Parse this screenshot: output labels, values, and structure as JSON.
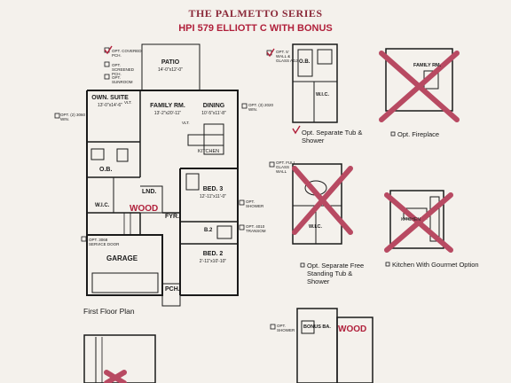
{
  "header": {
    "series": "THE PALMETTO SERIES",
    "plan": "HPI 579 ELLIOTT C WITH BONUS"
  },
  "rooms": {
    "patio": "PATIO",
    "patio_dim": "14'-0\"x12'-0\"",
    "owner_suite": "OWN. SUITE",
    "owner_suite_dim": "13'-0\"x14'-6\"",
    "family": "FAMILY RM.",
    "family_dim": "13'-2\"x20'-11\"",
    "dining": "DINING",
    "dining_dim": "10'-5\"x11'-8\"",
    "kitchen": "KITCHEN",
    "ob": "O.B.",
    "wic": "W.I.C.",
    "lnd": "LND.",
    "fyr": "FYR.",
    "bed3": "BED. 3",
    "bed3_dim": "12'-11\"x11'-0\"",
    "b2": "B.2",
    "bed2": "BED. 2",
    "bed2_dim": "2'-11\"x10'-10\"",
    "garage": "GARAGE",
    "pch": "PCH."
  },
  "plan_notes": {
    "covered_pch": "OPT. COVERED PCH.",
    "screened_pch": "OPT. SCREENED PCH.",
    "sunroom": "OPT. SUNROOM",
    "window_left": "OPT. (2) 3060 WIN.",
    "window_right": "OPT. (3) 2020 WIN.",
    "service_door": "OPT. 3068 SERVICE DOOR",
    "shower": "OPT. SHOWER",
    "transom": "OPT. 4010 TRANSOM",
    "vlt_a": "VLT.",
    "vlt_b": "VLT."
  },
  "first_floor_caption": "First Floor Plan",
  "wood_watermark": "WOOD",
  "options": {
    "sep_tub_shower": "Opt. Separate Tub & Shower",
    "sep_tub_note": "OPT. 5' WALL & GLASS ADJ.",
    "fireplace": "Opt. Fireplace",
    "family_rm": "FAMILY RM.",
    "full_glass": "OPT. FULL GLASS WALL",
    "free_standing": "Opt. Separate Free Standing Tub & Shower",
    "gourmet": "Kitchen With Gourmet Option",
    "opt_ob": "O.B.",
    "opt_wic": "W.I.C.",
    "kitchen": "KITCHEN",
    "bonus_bath": "BONUS BA.",
    "shower_note": "OPT. SHOWER",
    "wood2": "WOOD"
  },
  "colors": {
    "title": "#8b2a3a",
    "accent": "#b01f3a",
    "x_mark": "#b84a62"
  }
}
